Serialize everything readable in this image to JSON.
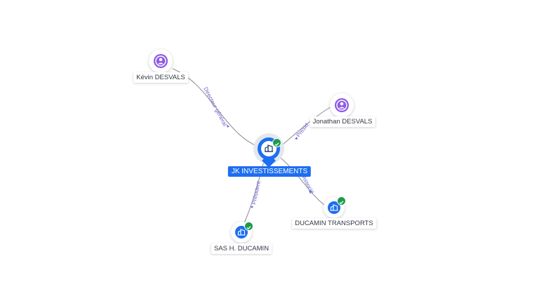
{
  "colors": {
    "company": "#1d6ef0",
    "person": "#8e5be6",
    "verified": "#1d9a4e",
    "edge": "#8a8a94",
    "edge_label": "#6c63c9"
  },
  "center_node": {
    "label": "JK INVESTISSEMENTS",
    "icon": "building-icon",
    "verified": true
  },
  "nodes": [
    {
      "id": "kevin",
      "label": "Kévin DESVALS",
      "type": "person",
      "icon": "person-icon"
    },
    {
      "id": "jonathan",
      "label": "Jonathan DESVALS",
      "type": "person",
      "icon": "person-icon"
    },
    {
      "id": "ducamin_transports",
      "label": "DUCAMIN TRANSPORTS",
      "type": "company",
      "icon": "building-icon",
      "verified": true
    },
    {
      "id": "sas_ducamin",
      "label": "SAS H. DUCAMIN",
      "type": "company",
      "icon": "building-icon",
      "verified": true
    }
  ],
  "edges": [
    {
      "from": "kevin",
      "to": "center",
      "label": "Directeur général"
    },
    {
      "from": "jonathan",
      "to": "center",
      "label": "Présid"
    },
    {
      "from": "center",
      "to": "ducamin_transports",
      "label": "Associé"
    },
    {
      "from": "center",
      "to": "sas_ducamin",
      "label": "Président"
    }
  ]
}
